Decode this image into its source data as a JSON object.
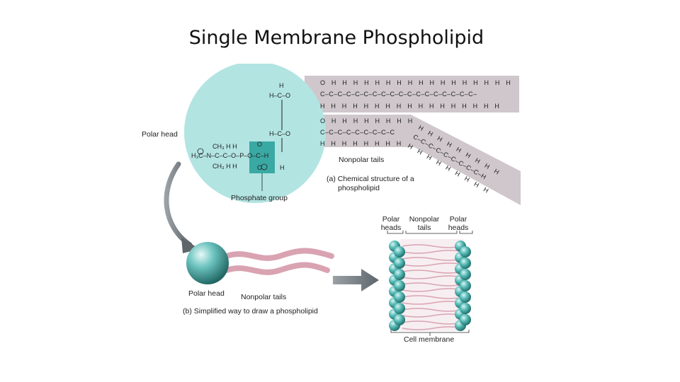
{
  "slide": {
    "title": "Single Membrane Phospholipid"
  },
  "labels": {
    "polar_head": "Polar head",
    "nonpolar_tails": "Nonpolar tails",
    "phosphate_group": "Phosphate group",
    "caption_a_line1": "(a) Chemical structure of a",
    "caption_a_line2": "phospholipid",
    "simplified_polar_head": "Polar head",
    "simplified_nonpolar_tails": "Nonpolar tails",
    "caption_b": "(b) Simplified way to draw a phospholipid",
    "membrane_polar_heads_left_1": "Polar",
    "membrane_polar_heads_left_2": "heads",
    "membrane_nonpolar_tails_1": "Nonpolar",
    "membrane_nonpolar_tails_2": "tails",
    "membrane_polar_heads_right_1": "Polar",
    "membrane_polar_heads_right_2": "heads",
    "cell_membrane": "Cell membrane"
  },
  "colors": {
    "head_circle": "#b2e4e2",
    "tail_band": "#cfc7cb",
    "phosphate_box": "#3aa9a3",
    "sphere": "#4fb3b0",
    "tail_pink": "#d9a3b2"
  }
}
